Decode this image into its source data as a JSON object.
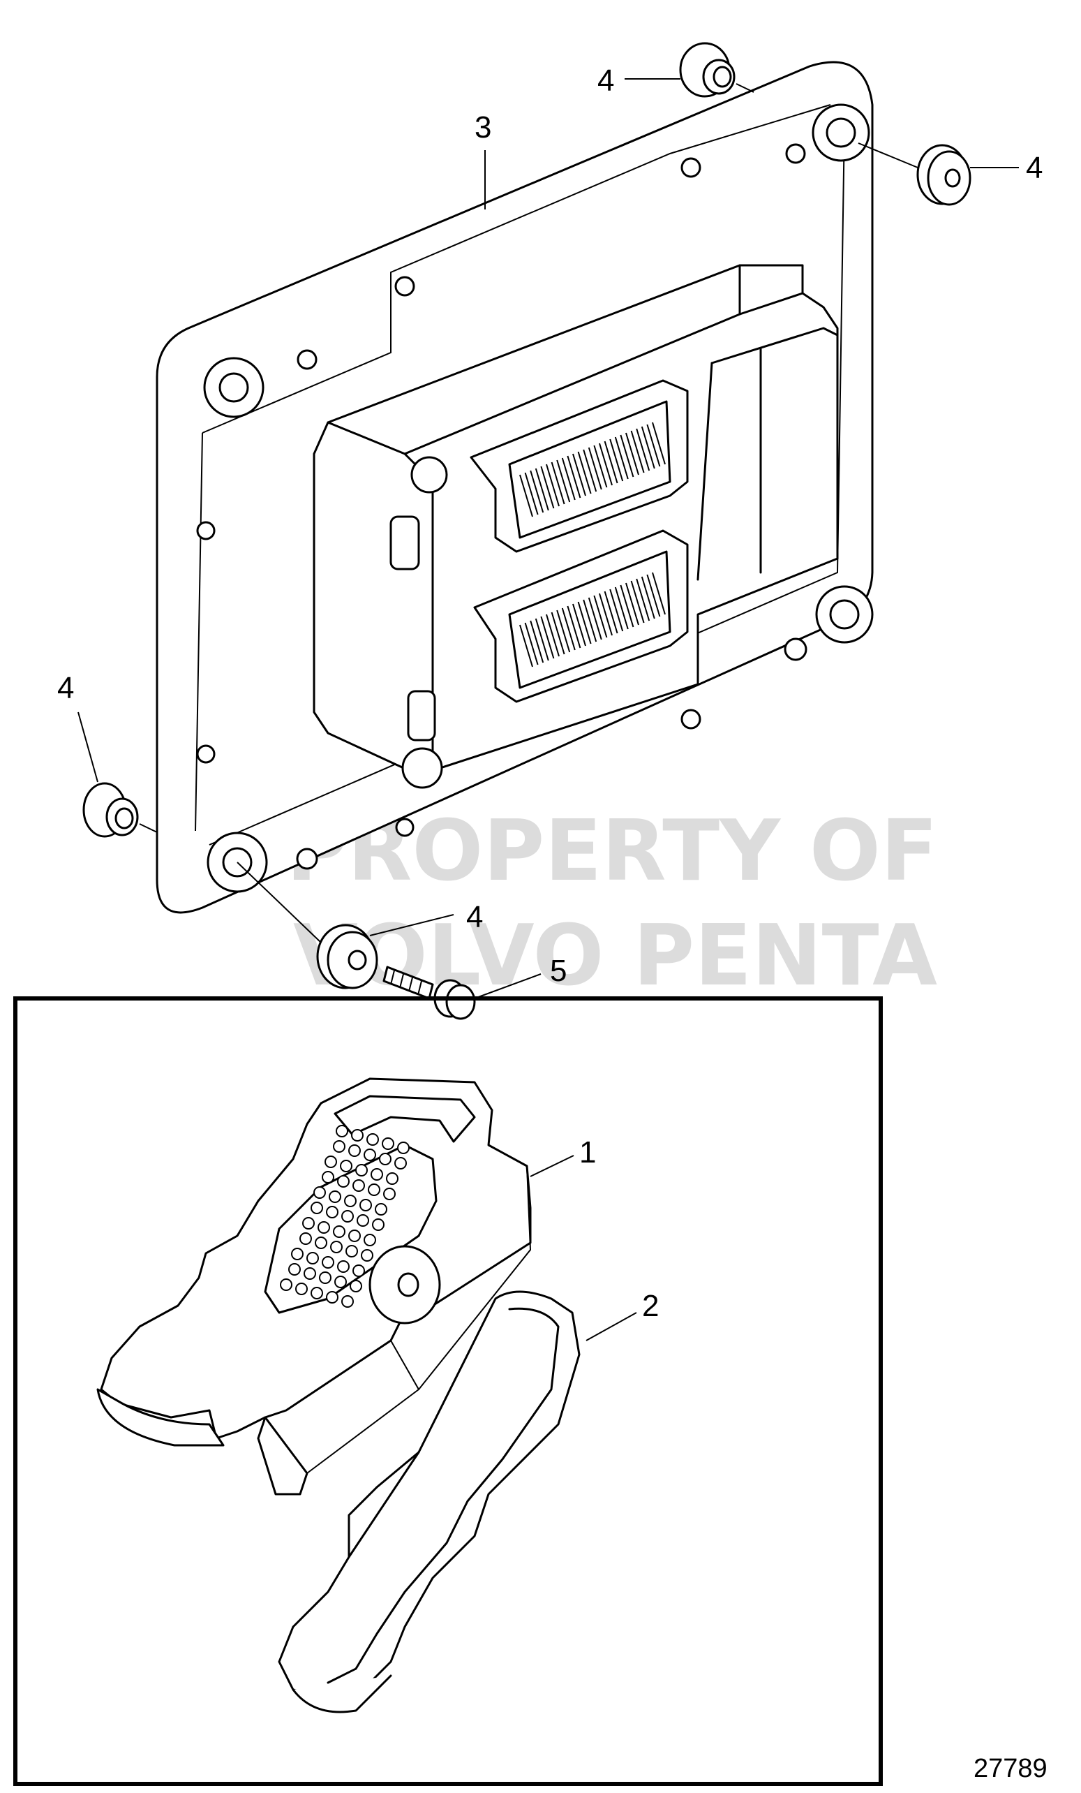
{
  "drawing_number": "27789",
  "watermark": {
    "line1": "PROPERTY OF",
    "line2": "VOLVO PENTA"
  },
  "callouts": [
    {
      "id": "c-4-top",
      "label": "4",
      "part": "grommet"
    },
    {
      "id": "c-3",
      "label": "3",
      "part": "control-unit-housing"
    },
    {
      "id": "c-4-right",
      "label": "4",
      "part": "grommet"
    },
    {
      "id": "c-4-left",
      "label": "4",
      "part": "grommet"
    },
    {
      "id": "c-4-bottom",
      "label": "4",
      "part": "grommet"
    },
    {
      "id": "c-5",
      "label": "5",
      "part": "screw"
    },
    {
      "id": "c-1",
      "label": "1",
      "part": "connector"
    },
    {
      "id": "c-2",
      "label": "2",
      "part": "connector-cover"
    }
  ]
}
